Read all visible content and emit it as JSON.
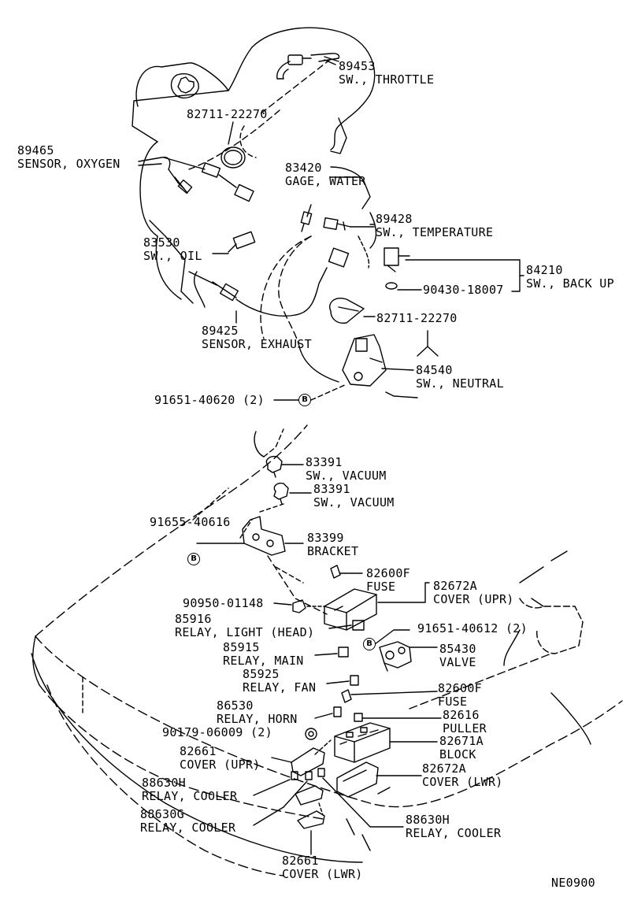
{
  "parts": {
    "p89453": {
      "num": "89453",
      "name": "SW., THROTTLE"
    },
    "p82711a": {
      "num": "82711-22270"
    },
    "p89465": {
      "num": "89465",
      "name": "SENSOR, OXYGEN"
    },
    "p83420": {
      "num": "83420",
      "name": "GAGE, WATER"
    },
    "p89428": {
      "num": "89428",
      "name": "SW., TEMPERATURE"
    },
    "p83530": {
      "num": "83530",
      "name": "SW., OIL"
    },
    "p84210": {
      "num": "84210",
      "name": "SW., BACK UP"
    },
    "p90430": {
      "num": "90430-18007"
    },
    "p89425": {
      "num": "89425",
      "name": "SENSOR, EXHAUST"
    },
    "p82711b": {
      "num": "82711-22270"
    },
    "p84540": {
      "num": "84540",
      "name": "SW., NEUTRAL"
    },
    "p91651a": {
      "num": "91651-40620 (2)"
    },
    "p83391a": {
      "num": "83391",
      "name": "SW., VACUUM"
    },
    "p83391b": {
      "num": "83391",
      "name": "SW., VACUUM"
    },
    "p91655": {
      "num": "91655-40616"
    },
    "p83399": {
      "num": "83399",
      "name": "BRACKET"
    },
    "p82600f_a": {
      "num": "82600F",
      "name": "FUSE"
    },
    "p82672a_upr": {
      "num": "82672A",
      "name": "COVER (UPR)"
    },
    "p90950": {
      "num": "90950-01148"
    },
    "p85916": {
      "num": "85916",
      "name": "RELAY, LIGHT (HEAD)"
    },
    "p91651b": {
      "num": "91651-40612 (2)"
    },
    "p85915": {
      "num": "85915",
      "name": "RELAY, MAIN"
    },
    "p85430": {
      "num": "85430",
      "name": "VALVE"
    },
    "p85925": {
      "num": "85925",
      "name": "RELAY, FAN"
    },
    "p82600f_b": {
      "num": "82600F",
      "name": "FUSE"
    },
    "p86530": {
      "num": "86530",
      "name": "RELAY, HORN"
    },
    "p82616": {
      "num": "82616",
      "name": "PULLER"
    },
    "p90179": {
      "num": "90179-06009 (2)"
    },
    "p82671a": {
      "num": "82671A",
      "name": "BLOCK"
    },
    "p82661_upr": {
      "num": "82661",
      "name": "COVER (UPR)"
    },
    "p82672a_lwr": {
      "num": "82672A",
      "name": "COVER (LWR)"
    },
    "p88630h_a": {
      "num": "88630H",
      "name": "RELAY, COOLER"
    },
    "p88630g": {
      "num": "88630G",
      "name": "RELAY, COOLER"
    },
    "p88630h_b": {
      "num": "88630H",
      "name": "RELAY, COOLER"
    },
    "p82661_lwr": {
      "num": "82661",
      "name": "COVER (LWR)"
    }
  },
  "markers": {
    "b1": "B",
    "b2": "B",
    "b3": "B"
  },
  "footer": {
    "code": "NE0900"
  }
}
